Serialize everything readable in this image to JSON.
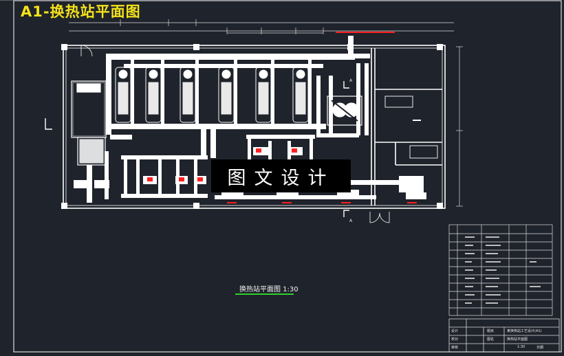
{
  "sheet_title": "A1-换热站平面图",
  "watermark": "图文设计",
  "plan_caption": "换热站平面图 1:30",
  "title_block": {
    "project_label": "题目",
    "project_value": "某换热站工艺设计(A1)",
    "drawing_label": "图名",
    "drawing_value": "换热站平面图",
    "scale_value": "1:30",
    "date_label": "日期",
    "row_labels": [
      "设计",
      "校对",
      "审核"
    ]
  },
  "section_marks": [
    "A",
    "A"
  ],
  "colors": {
    "background": "#1f232b",
    "linework": "#ffffff",
    "title": "#f3e21a",
    "highlight": "#ff2020",
    "underline": "#2fd12f"
  }
}
